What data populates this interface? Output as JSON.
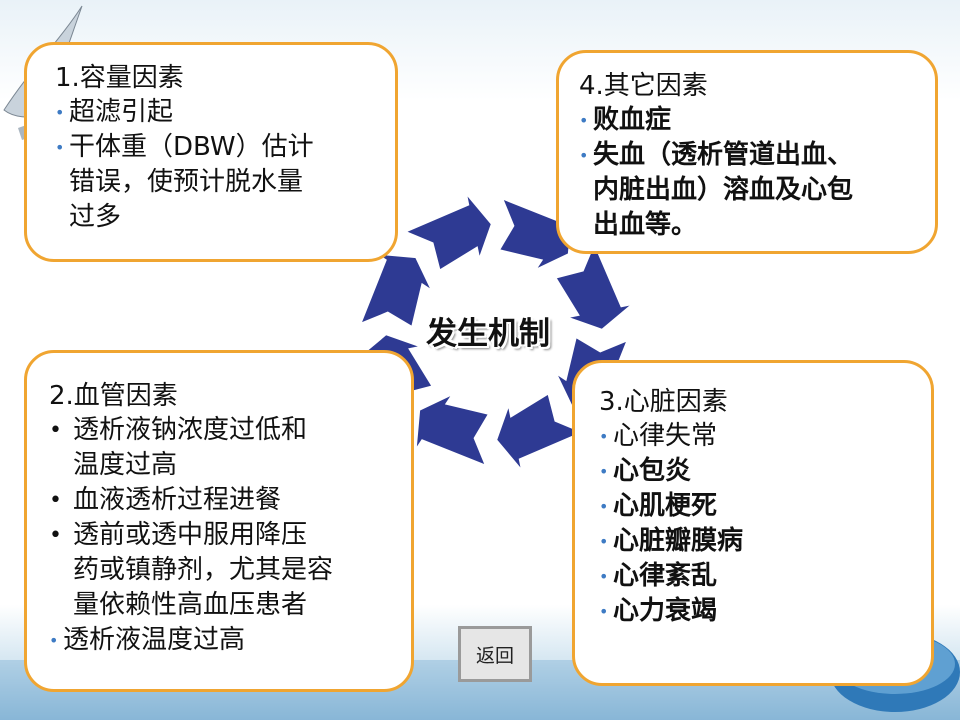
{
  "center_label": "发生机制",
  "box1": {
    "title": "1.容量因素",
    "items": [
      {
        "lines": [
          "超滤引起"
        ]
      },
      {
        "lines": [
          "干体重（DBW）估计",
          "错误，使预计脱水量",
          "过多"
        ]
      }
    ]
  },
  "box2": {
    "title": "2.血管因素",
    "items": [
      {
        "lines": [
          " 透析液钠浓度过低和",
          "温度过高"
        ]
      },
      {
        "lines": [
          " 血液透析过程进餐"
        ]
      },
      {
        "lines": [
          " 透前或透中服用降压",
          "药或镇静剂，尤其是容",
          "量依赖性高血压患者"
        ]
      },
      {
        "lines": [
          " 透析液温度过高"
        ]
      }
    ]
  },
  "box3": {
    "title": "3.心脏因素",
    "items": [
      "心律失常",
      "心包炎",
      "心肌梗死",
      "心脏瓣膜病",
      "心律紊乱",
      "心力衰竭"
    ]
  },
  "box4": {
    "title": "4.其它因素",
    "items": [
      {
        "lines": [
          "败血症"
        ]
      },
      {
        "lines": [
          "失血（透析管道出血、",
          "内脏出血）溶血及心包",
          "出血等。"
        ]
      }
    ]
  },
  "back_button": "返回",
  "colors": {
    "border": "#f0a531",
    "cycle": "#2e3a93",
    "bullet": "#3e7bc4"
  }
}
